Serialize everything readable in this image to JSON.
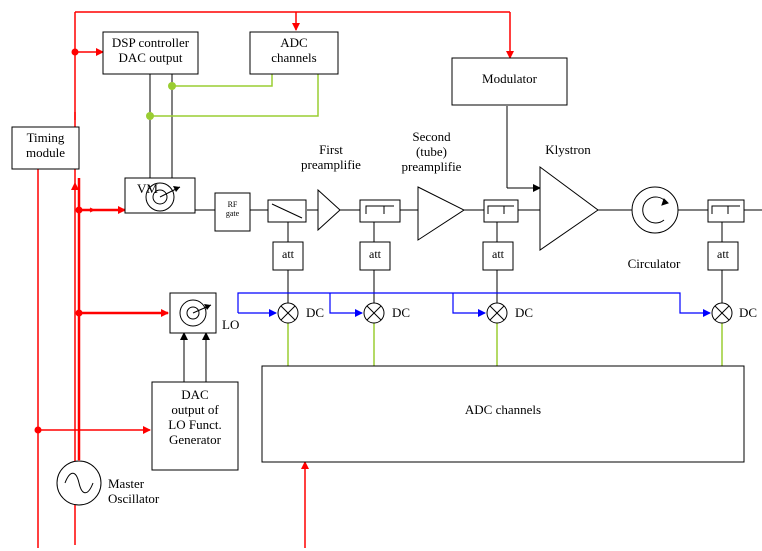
{
  "blocks": {
    "dsp": [
      "DSP controller",
      "DAC output"
    ],
    "adc_top": [
      "ADC",
      "channels"
    ],
    "modulator": "Modulator",
    "timing": [
      "Timing",
      "module"
    ],
    "vm": "VM",
    "rf_gate": [
      "RF",
      "gate"
    ],
    "lo_dac": [
      "DAC",
      "output of",
      "LO Funct.",
      "Generator"
    ],
    "adc_bottom": "ADC channels",
    "att": "att",
    "master": [
      "Master",
      "Oscillator"
    ]
  },
  "labels": {
    "first_preamp": [
      "First",
      "preamplifie"
    ],
    "second_preamp": [
      "Second",
      "(tube)",
      "preamplifie"
    ],
    "klystron": "Klystron",
    "circulator": "Circulator",
    "lo": "LO",
    "dc": "DC"
  },
  "colors": {
    "rf": "#ff0000",
    "lo": "#0000ff",
    "adc": "#9acd32",
    "line": "#000000"
  }
}
